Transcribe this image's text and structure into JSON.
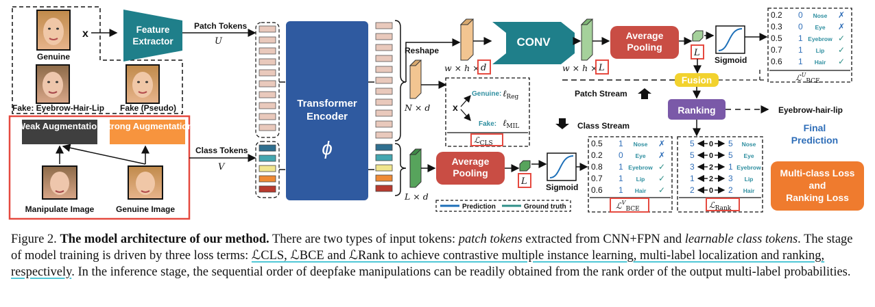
{
  "input_panel": {
    "x_label": "x",
    "genuine_label": "Genuine",
    "fake_label": "Fake: Eyebrow-Hair-Lip",
    "fake_pseudo_label": "Fake (Pseudo)",
    "weak_aug": "Weak Augmentation",
    "strong_aug": "Strong Augmentation",
    "manipulate_label": "Manipulate Image",
    "genuine_image_label": "Genuine Image"
  },
  "feature_extractor": "Feature Extractor",
  "patch_tokens": "Patch Tokens",
  "patch_sym": "U",
  "class_tokens": "Class Tokens",
  "class_sym": "V",
  "encoder": {
    "title": "Transformer Encoder",
    "sym": "ϕ"
  },
  "reshape": "Reshape",
  "dims": {
    "whd": "w × h × d",
    "whL": "w × h × L",
    "Nd": "N × d",
    "Ld": "L × d",
    "L": "L"
  },
  "conv": "CONV",
  "avg_pool": "Average Pooling",
  "sigmoid": "Sigmoid",
  "fusion": "Fusion",
  "ranking": "Ranking",
  "patch_stream": "Patch Stream",
  "class_stream": "Class Stream",
  "eyebrow_hair_lip": "Eyebrow-hair-lip",
  "final_prediction": "Final Prediction",
  "multi_loss": "Multi-class Loss and Ranking Loss",
  "cls_box": {
    "x": "x",
    "genuine": "Genuine:",
    "reg": "ℓReg",
    "fake": "Fake:",
    "mil": "ℓMIL",
    "loss": "ℒCLS"
  },
  "legend": {
    "prediction": "Prediction",
    "ground_truth": "Ground truth"
  },
  "table_u": {
    "rows": [
      {
        "p": "0.2",
        "g": "0",
        "name": "Nose",
        "mark": "✗"
      },
      {
        "p": "0.3",
        "g": "0",
        "name": "Eye",
        "mark": "✗"
      },
      {
        "p": "0.5",
        "g": "1",
        "name": "Eyebrow",
        "mark": "✓"
      },
      {
        "p": "0.7",
        "g": "1",
        "name": "Lip",
        "mark": "✓"
      },
      {
        "p": "0.6",
        "g": "1",
        "name": "Hair",
        "mark": "✓"
      }
    ],
    "loss": "ℒUBCE"
  },
  "table_v": {
    "rows": [
      {
        "p": "0.5",
        "g": "1",
        "name": "Nose",
        "mark": "✗"
      },
      {
        "p": "0.2",
        "g": "0",
        "name": "Eye",
        "mark": "✗"
      },
      {
        "p": "0.8",
        "g": "1",
        "name": "Eyebrow",
        "mark": "✓"
      },
      {
        "p": "0.7",
        "g": "1",
        "name": "Lip",
        "mark": "✓"
      },
      {
        "p": "0.6",
        "g": "1",
        "name": "Hair",
        "mark": "✓"
      }
    ],
    "loss": "ℒVBCE"
  },
  "table_rank": {
    "rows": [
      {
        "a": "5",
        "mid": "0",
        "b": "5",
        "name": "Nose"
      },
      {
        "a": "5",
        "mid": "0",
        "b": "5",
        "name": "Eye"
      },
      {
        "a": "3",
        "mid": "2",
        "b": "1",
        "name": "Eyebrow"
      },
      {
        "a": "1",
        "mid": "2",
        "b": "3",
        "name": "Lip"
      },
      {
        "a": "2",
        "mid": "0",
        "b": "2",
        "name": "Hair"
      }
    ],
    "loss": "ℒRank"
  },
  "caption": {
    "fig_no": "Figure 2.",
    "bold": "The model architecture of our method.",
    "t1": " There are two types of input tokens: ",
    "patch_i": "patch tokens",
    "t2": " extracted from CNN+FPN and ",
    "class_i": "learnable class tokens",
    "t3": ". The stage of model training is driven by three loss terms: ",
    "hl": "ℒCLS, ℒBCE and ℒRank to achieve contrastive multiple instance learning, multi-label localization and ranking, respectively",
    "t4": ". In the inference stage, the sequential order of deepfake manipulations can be readily obtained from the rank order of the output multi-label probabilities."
  }
}
